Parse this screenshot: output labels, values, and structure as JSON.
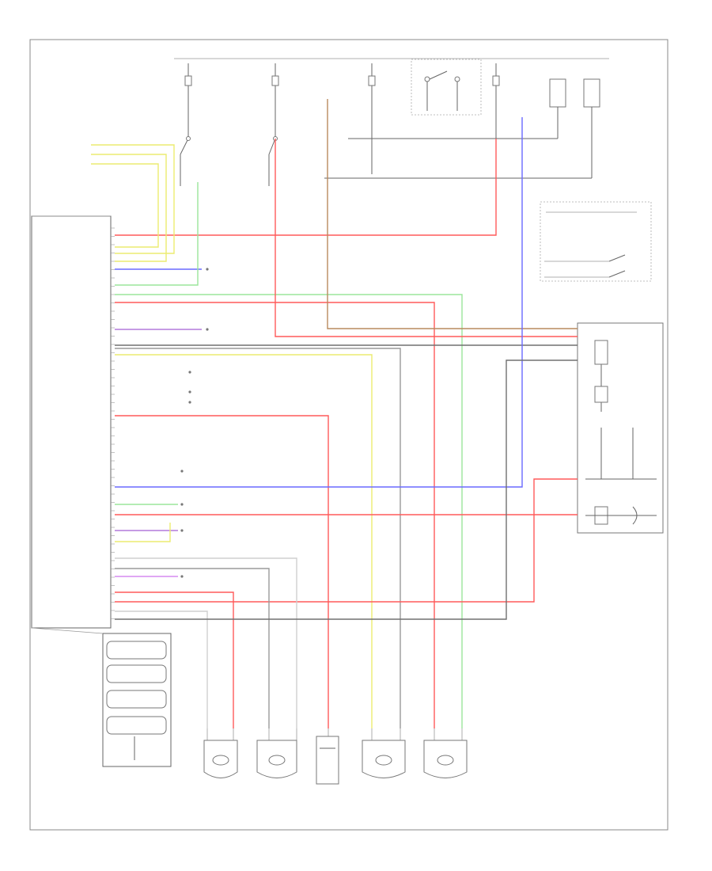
{
  "diagram": {
    "footer_code": "",
    "colors": {
      "red": "#ff5a5a",
      "yellow": "#ecec70",
      "green": "#9be59b",
      "blue": "#6a6aff",
      "violet": "#b47adc",
      "brown": "#b98a5e",
      "gray": "#9a9a9a",
      "dark_gray": "#707070",
      "light_gray": "#cfcfcf"
    },
    "nodes": [
      {
        "id": "fuse-top-1",
        "type": "fuse"
      },
      {
        "id": "fuse-top-2",
        "type": "fuse"
      },
      {
        "id": "fuse-top-3",
        "type": "fuse"
      },
      {
        "id": "fuse-top-4",
        "type": "fuse"
      },
      {
        "id": "ignition-switch",
        "type": "switch"
      },
      {
        "id": "abs-control-module",
        "type": "module"
      },
      {
        "id": "relay-box-right",
        "type": "module"
      },
      {
        "id": "front-left-sensor",
        "type": "sensor"
      },
      {
        "id": "front-right-sensor",
        "type": "sensor"
      },
      {
        "id": "pressure-switch",
        "type": "switch"
      },
      {
        "id": "rear-left-sensor",
        "type": "sensor"
      },
      {
        "id": "rear-right-sensor",
        "type": "sensor"
      }
    ],
    "edges": [
      {
        "from": "fuse-top-4",
        "to": "abs-control-module",
        "color": "red"
      },
      {
        "from": "fuse-top-2",
        "to": "relay-box-right",
        "color": "red"
      },
      {
        "from": "fuse-top-3",
        "to": "relay-box-right",
        "color": "brown"
      },
      {
        "from": "relay-box-right",
        "to": "abs-control-module",
        "color": "blue"
      },
      {
        "from": "abs-control-module",
        "to": "rear-right-sensor",
        "color": "red"
      },
      {
        "from": "abs-control-module",
        "to": "rear-right-sensor",
        "color": "green"
      },
      {
        "from": "abs-control-module",
        "to": "rear-left-sensor",
        "color": "yellow"
      },
      {
        "from": "abs-control-module",
        "to": "rear-left-sensor",
        "color": "gray"
      },
      {
        "from": "abs-control-module",
        "to": "pressure-switch",
        "color": "red"
      },
      {
        "from": "abs-control-module",
        "to": "front-left-sensor",
        "color": "red"
      },
      {
        "from": "abs-control-module",
        "to": "front-right-sensor",
        "color": "gray"
      },
      {
        "from": "abs-control-module",
        "to": "relay-box-right",
        "color": "red"
      },
      {
        "from": "abs-control-module",
        "to": "relay-box-right",
        "color": "dark_gray"
      }
    ]
  }
}
